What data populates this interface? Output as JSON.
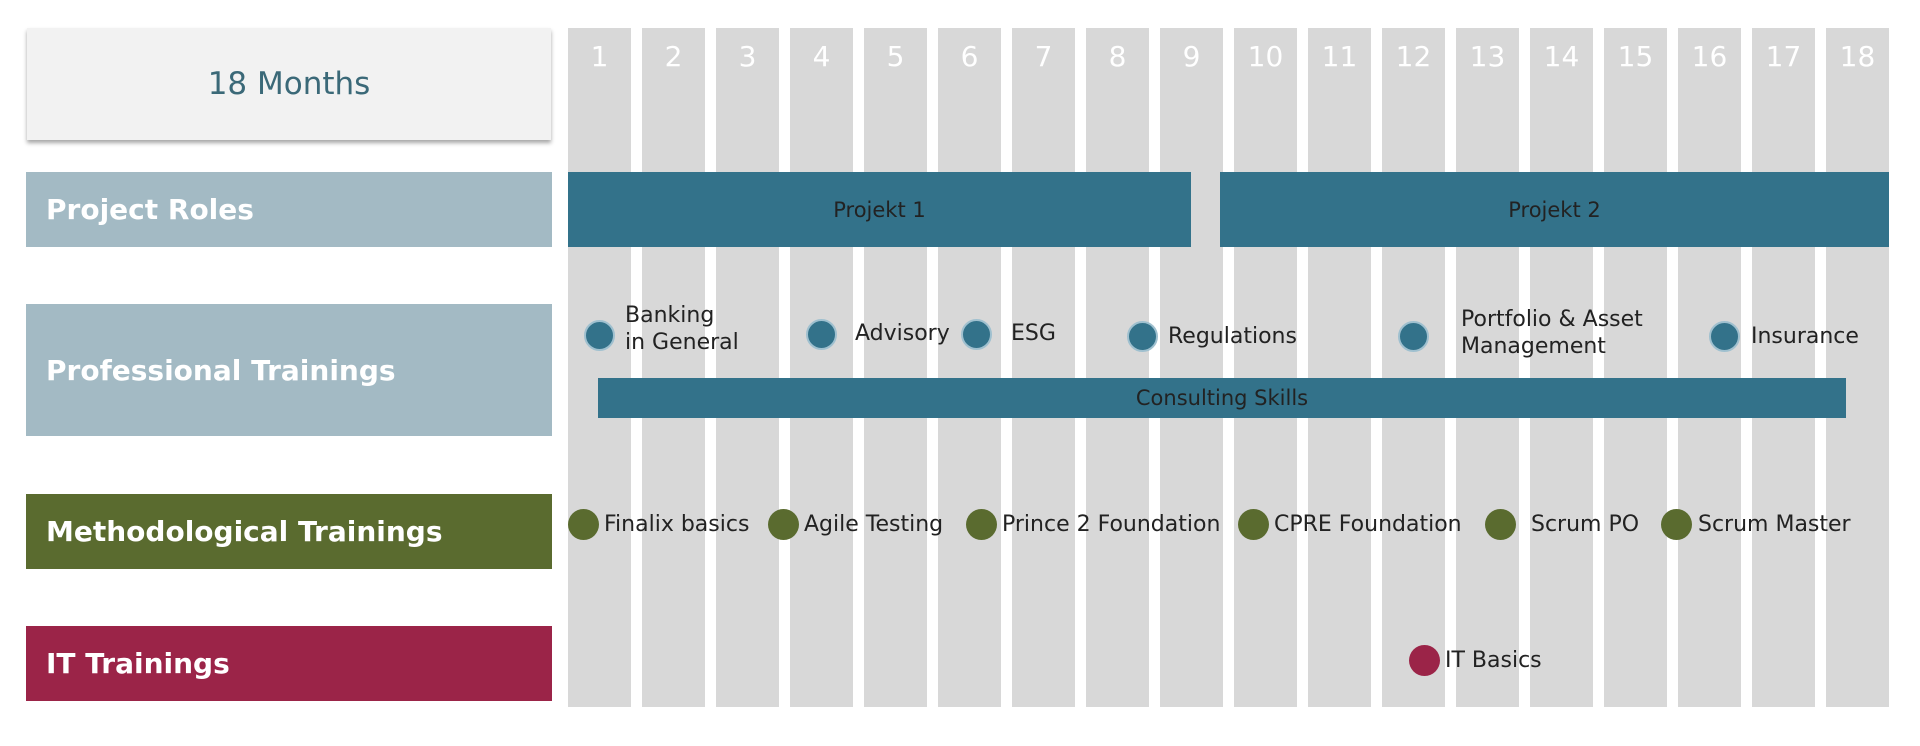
{
  "header": {
    "title": "18 Months"
  },
  "months": [
    "1",
    "2",
    "3",
    "4",
    "5",
    "6",
    "7",
    "8",
    "9",
    "10",
    "11",
    "12",
    "13",
    "14",
    "15",
    "16",
    "17",
    "18"
  ],
  "rows": {
    "project_roles": "Project Roles",
    "professional": "Professional Trainings",
    "methodological": "Methodological Trainings",
    "it": "IT Trainings"
  },
  "projects": {
    "p1": "Projekt 1",
    "p2": "Projekt 2"
  },
  "professional_items": {
    "banking_1": "Banking",
    "banking_2": "in General",
    "advisory": "Advisory",
    "esg": "ESG",
    "regulations": "Regulations",
    "portfolio_1": "Portfolio & Asset",
    "portfolio_2": "Management",
    "insurance": "Insurance",
    "consulting": "Consulting Skills"
  },
  "methodological_items": {
    "finalix": "Finalix basics",
    "agile": "Agile Testing",
    "prince": "Prince 2 Foundation",
    "cpre": "CPRE Foundation",
    "scrum_po": "Scrum PO",
    "scrum_master": "Scrum Master"
  },
  "it_items": {
    "basics": "IT Basics"
  },
  "colors": {
    "column": "#d8d8d8",
    "header_text": "#3b6978",
    "row_label_bg": "#a3bac4",
    "project_teal": "#33728a",
    "method_green": "#5a6b2f",
    "it_crimson": "#9b2448"
  }
}
